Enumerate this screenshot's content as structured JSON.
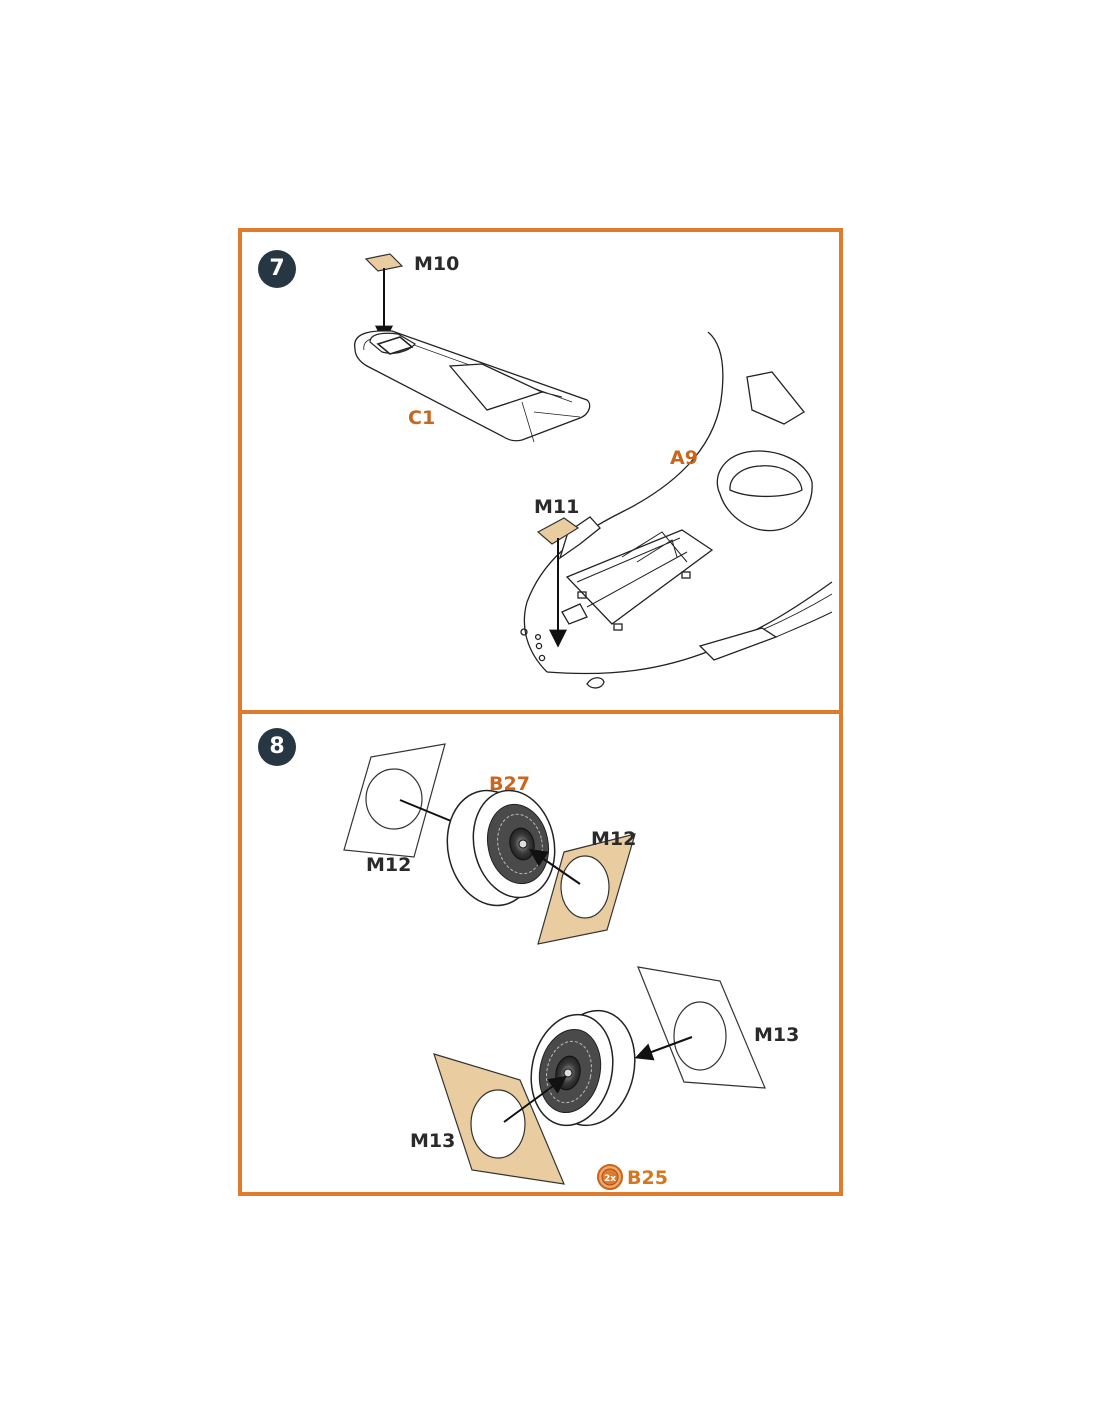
{
  "steps": [
    {
      "number": "7",
      "labels": {
        "m10": "M10",
        "c1": "C1",
        "a9": "A9",
        "m11": "M11"
      }
    },
    {
      "number": "8",
      "labels": {
        "b27": "B27",
        "m12_left": "M12",
        "m12_right": "M12",
        "m13_right": "M13",
        "m13_left": "M13",
        "b25": "B25"
      }
    }
  ],
  "b25_marker": {
    "count_glyph": "2x"
  },
  "colors": {
    "frame": "#e07b2c",
    "badge": "#263743",
    "mask_fill": "#e9cda0",
    "part_label": "#c9661c"
  }
}
